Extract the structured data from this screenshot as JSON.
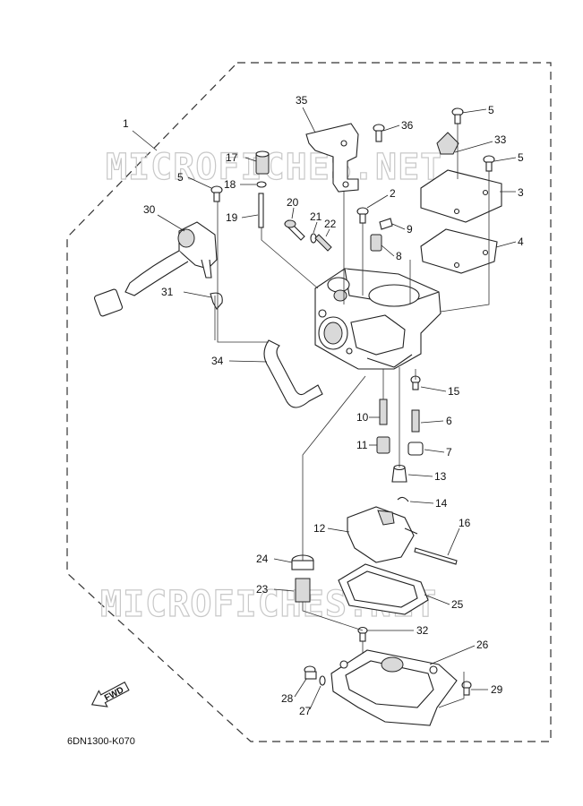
{
  "diagram_code": "6DN1300-K070",
  "watermark": "MICROFICHES.NET",
  "fwd_label": "FWD",
  "callouts": {
    "c1": "1",
    "c2": "2",
    "c3": "3",
    "c4": "4",
    "c5a": "5",
    "c5b": "5",
    "c5c": "5",
    "c6": "6",
    "c7": "7",
    "c8": "8",
    "c9": "9",
    "c10": "10",
    "c11": "11",
    "c12": "12",
    "c13": "13",
    "c14": "14",
    "c15": "15",
    "c16": "16",
    "c17": "17",
    "c18": "18",
    "c19": "19",
    "c20": "20",
    "c21": "21",
    "c22": "22",
    "c23": "23",
    "c24": "24",
    "c25": "25",
    "c26": "26",
    "c27": "27",
    "c28": "28",
    "c29": "29",
    "c30": "30",
    "c31": "31",
    "c32": "32",
    "c33": "33",
    "c34": "34",
    "c35": "35",
    "c36": "36"
  }
}
